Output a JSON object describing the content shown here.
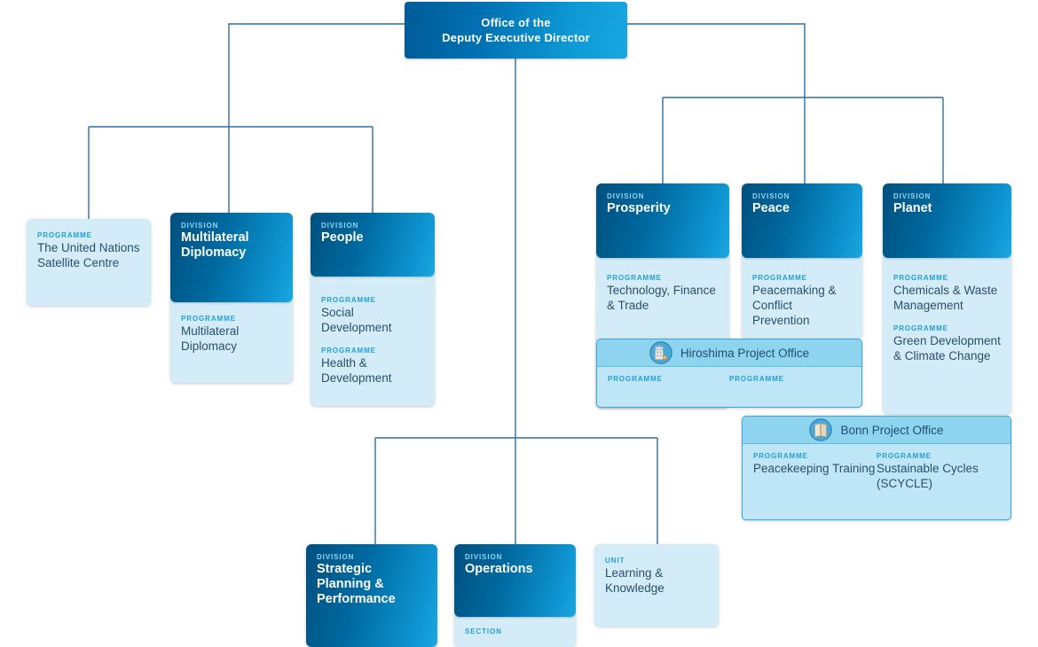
{
  "root": {
    "line1": "Office of the",
    "line2": "Deputy Executive Director"
  },
  "labels": {
    "division": "DIVISION",
    "programme": "PROGRAMME",
    "unit": "UNIT",
    "section": "SECTION"
  },
  "colors": {
    "header_dark": "#00507f",
    "header_light": "#1aa7e0",
    "body_light": "#d4ecf7",
    "kicker_cyan": "#1f9ed8",
    "text_navy": "#26506e",
    "office_band": "#8fd4ef",
    "office_body": "#bfe6f7",
    "connector": "#2f6f9e"
  },
  "left_group": {
    "satellite": {
      "kicker": "PROGRAMME",
      "name": "The United Nations Satellite Centre"
    },
    "multilateral": {
      "kicker": "DIVISION",
      "title": "Multilateral Diplomacy",
      "programmes": [
        {
          "kicker": "PROGRAMME",
          "name": "Multilateral Diplomacy"
        }
      ]
    },
    "people": {
      "kicker": "DIVISION",
      "title": "People",
      "programmes": [
        {
          "kicker": "PROGRAMME",
          "name": "Social Development"
        },
        {
          "kicker": "PROGRAMME",
          "name": "Health & Development"
        }
      ]
    }
  },
  "right_group": {
    "prosperity": {
      "kicker": "DIVISION",
      "title": "Prosperity",
      "programmes": [
        {
          "kicker": "PROGRAMME",
          "name": "Technology, Finance & Trade"
        }
      ]
    },
    "peace": {
      "kicker": "DIVISION",
      "title": "Peace",
      "programmes": [
        {
          "kicker": "PROGRAMME",
          "name": "Peacemaking & Conflict Prevention"
        }
      ]
    },
    "planet": {
      "kicker": "DIVISION",
      "title": "Planet",
      "programmes": [
        {
          "kicker": "PROGRAMME",
          "name": "Chemicals & Waste Management"
        },
        {
          "kicker": "PROGRAMME",
          "name": "Green Development & Climate Change"
        }
      ]
    }
  },
  "offices": {
    "hiroshima": {
      "icon": "hiroshima-dome-icon",
      "title": "Hiroshima Project Office",
      "columns": [
        {
          "kicker": "PROGRAMME",
          "name": ""
        },
        {
          "kicker": "PROGRAMME",
          "name": ""
        }
      ]
    },
    "bonn": {
      "icon": "book-icon",
      "title": "Bonn Project Office",
      "columns": [
        {
          "kicker": "PROGRAMME",
          "name": "Peacekeeping Training"
        },
        {
          "kicker": "PROGRAMME",
          "name": "Sustainable Cycles (SCYCLE)"
        }
      ]
    }
  },
  "bottom_group": {
    "strategic": {
      "kicker": "DIVISION",
      "title": "Strategic Planning & Performance"
    },
    "operations": {
      "kicker": "DIVISION",
      "title": "Operations",
      "sections": [
        {
          "kicker": "SECTION",
          "name": ""
        }
      ]
    },
    "learning": {
      "kicker": "UNIT",
      "name": "Learning & Knowledge"
    }
  }
}
